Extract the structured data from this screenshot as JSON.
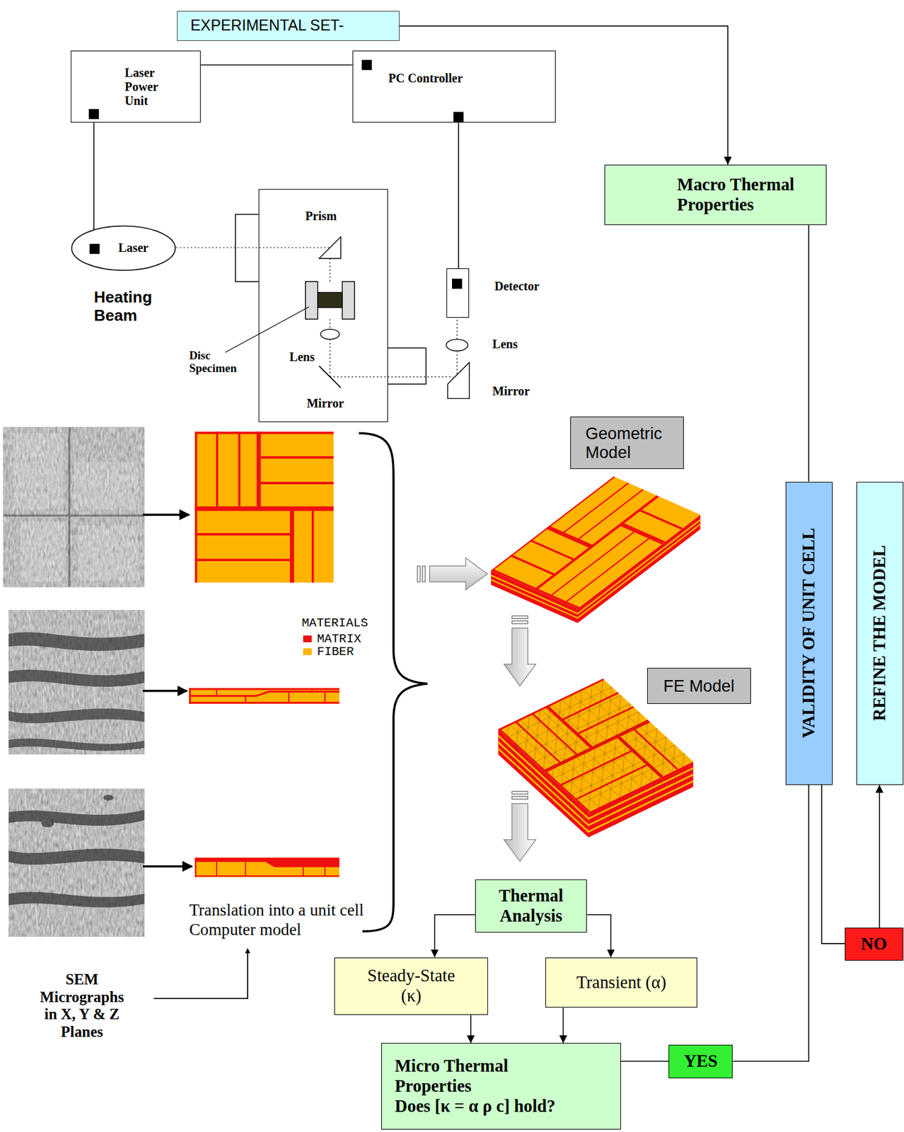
{
  "diagram": {
    "nodes": [
      {
        "text": [
          "EXPERIMENTAL SET-"
        ]
      },
      {
        "text": [
          "Laser Power Unit"
        ]
      },
      {
        "text": [
          "PC Controller"
        ]
      },
      {
        "text": [
          "Macro Thermal Properties"
        ]
      },
      {
        "text": [
          "Laser"
        ]
      },
      {
        "text": [
          "Prism",
          "Lens",
          "Mirror"
        ]
      },
      {
        "text": [
          "Detector"
        ]
      },
      {
        "text": [
          "Geometric Model"
        ]
      },
      {
        "text": [
          "FE Model"
        ]
      },
      {
        "text": [
          "VALIDITY OF UNIT CELL"
        ]
      },
      {
        "text": [
          "REFINE THE MODEL"
        ]
      },
      {
        "text": [
          "Thermal Analysis"
        ]
      },
      {
        "text": [
          "Steady-State (κ)"
        ]
      },
      {
        "text": [
          "Transient (α)"
        ]
      },
      {
        "text": [
          "Micro Thermal Properties",
          "Does [κ = α ρ c] hold?"
        ]
      },
      {
        "text": [
          "YES"
        ]
      },
      {
        "text": [
          "NO"
        ]
      }
    ],
    "edges": [
      {
        "from": 0,
        "to": 3,
        "arrow": "to"
      },
      {
        "from": 1,
        "to": 2,
        "arrow": "none"
      },
      {
        "from": 1,
        "to": 4,
        "arrow": "none"
      },
      {
        "from": 2,
        "to": 6,
        "arrow": "none"
      },
      {
        "from": 3,
        "to": 9,
        "arrow": "none"
      },
      {
        "from": 11,
        "to": 12,
        "arrow": "to"
      },
      {
        "from": 11,
        "to": 13,
        "arrow": "to"
      },
      {
        "from": 12,
        "to": 14,
        "arrow": "to"
      },
      {
        "from": 13,
        "to": 14,
        "arrow": "to"
      },
      {
        "from": 14,
        "to": 15,
        "arrow": "none"
      },
      {
        "from": 15,
        "to": 9,
        "arrow": "none"
      },
      {
        "from": 9,
        "to": 16,
        "arrow": "none"
      },
      {
        "from": 16,
        "to": 10,
        "arrow": "to"
      }
    ],
    "labels": [
      "Heating Beam",
      "Disc Specimen",
      "Lens",
      "Mirror",
      "MATERIALS",
      "Translation into a unit cell Computer model",
      "SEM Micrographs in X, Y & Z Planes"
    ],
    "legend": [
      {
        "text": "MATRIX",
        "color": "#ee1010"
      },
      {
        "text": "FIBER",
        "color": "#ffb400"
      }
    ]
  }
}
